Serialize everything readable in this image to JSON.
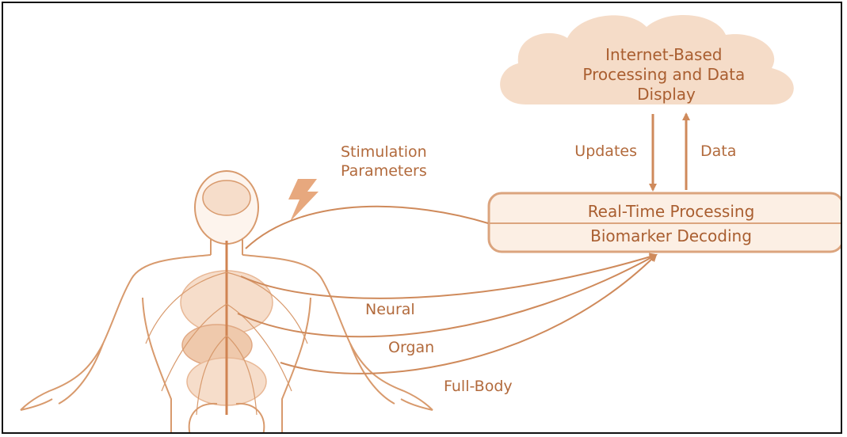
{
  "diagram": {
    "cloud_lines": [
      "Internet-Based",
      "Processing and Data",
      "Display"
    ],
    "arrow_down_label": "Updates",
    "arrow_up_label": "Data",
    "stimulation_lines": [
      "Stimulation",
      "Parameters"
    ],
    "box_top": "Real-Time Processing",
    "box_bottom": "Biomarker Decoding",
    "signal_labels": [
      "Neural",
      "Organ",
      "Full-Body"
    ]
  },
  "colors": {
    "line": "#cf8a5b",
    "cloud_fill": "#f5dcc8",
    "box_fill": "#fcefe4",
    "text": "#b26a3c",
    "body_fill": "#f6ddca"
  }
}
